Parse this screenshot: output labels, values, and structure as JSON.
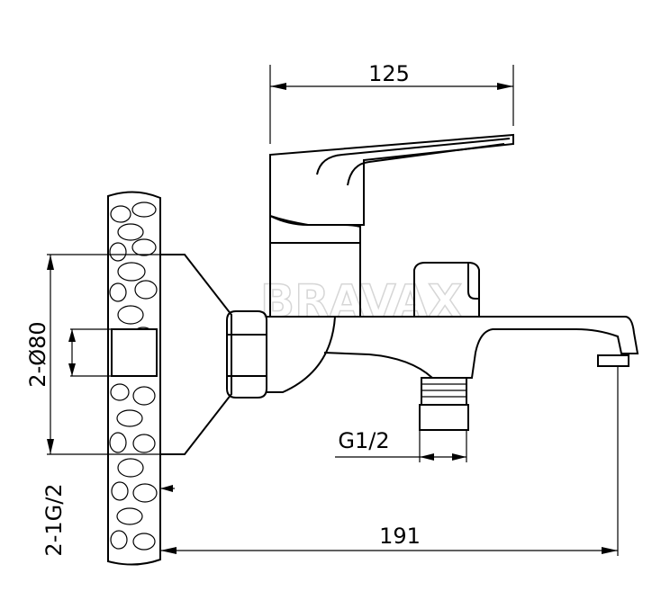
{
  "dimensions": {
    "handle_length": "125",
    "overall_length": "191",
    "flange_diameter": "2-Ø80",
    "inlet_thread": "2-1G/2",
    "outlet_thread": "G1/2"
  },
  "watermark": {
    "brand": "BRAVAX"
  }
}
